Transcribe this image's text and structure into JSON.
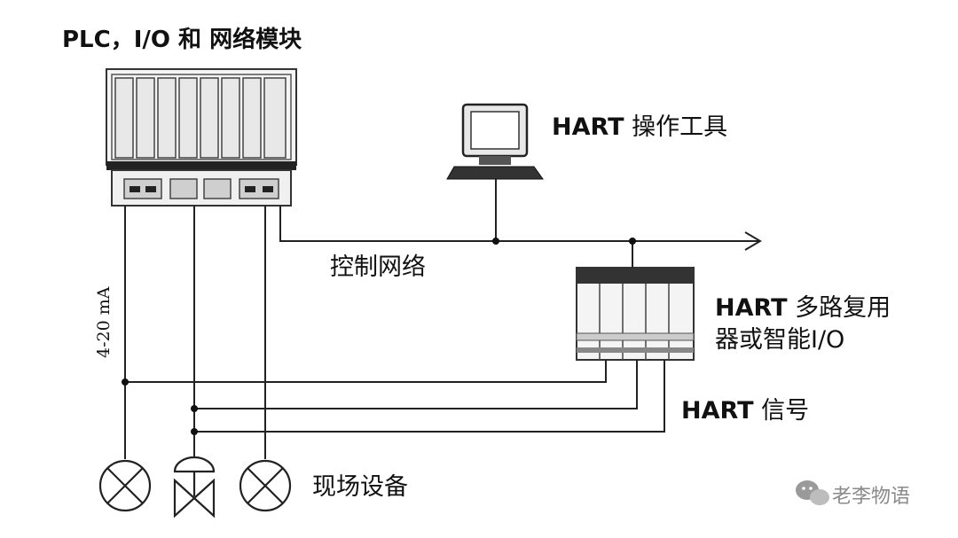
{
  "labels": {
    "plc_title": "PLC，I/O 和 网络模块",
    "hart_tool_bold": "HART",
    "hart_tool_text": "操作工具",
    "control_network": "控制网络",
    "hart_mux_bold": "HART",
    "hart_mux_line1": "多路复用",
    "hart_mux_line2": "器或智能I/O",
    "hart_signal_bold": "HART",
    "hart_signal_text": "信号",
    "field_devices": "现场设备",
    "current_range": "4-20 mA",
    "watermark": "老李物语"
  },
  "icons": [
    "plc-rack",
    "computer-icon",
    "hart-multiplexer",
    "field-device-lamp",
    "field-device-valve",
    "wechat-icon"
  ]
}
